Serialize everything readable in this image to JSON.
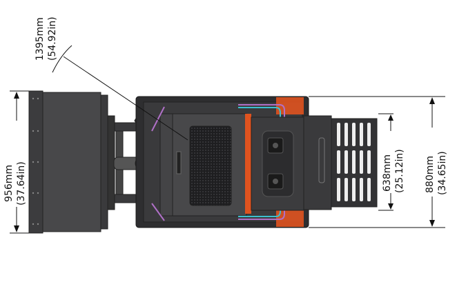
{
  "title": "Machine top-view dimensions",
  "dimensions": {
    "diagonal": {
      "mm": "1395mm",
      "in": "(54.92in)"
    },
    "bucket_width": {
      "mm": "956mm",
      "in": "(37.64in)"
    },
    "platform_width": {
      "mm": "638mm",
      "in": "(25.12in)"
    },
    "track_width": {
      "mm": "880mm",
      "in": "(34.65in)"
    }
  },
  "colors": {
    "body": "#3a3a3c",
    "dark": "#2a2a2c",
    "accent": "#e0531f",
    "hose_purple": "#b070c8",
    "hose_cyan": "#3cc0d0"
  }
}
